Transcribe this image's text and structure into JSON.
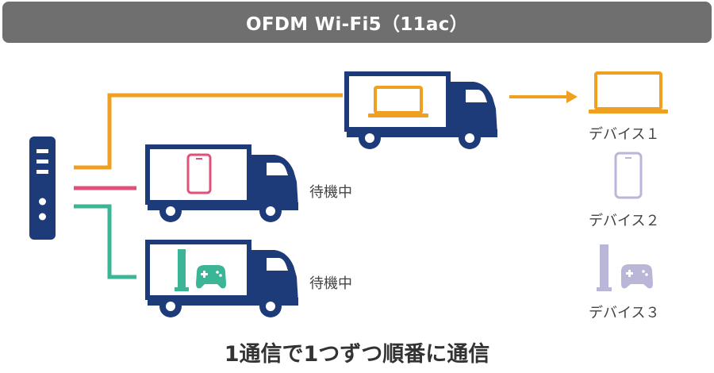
{
  "title": "OFDM Wi-Fi5（11ac）",
  "trucks": [
    {
      "cargo": "laptop",
      "status": ""
    },
    {
      "cargo": "smartphone",
      "status": "待機中"
    },
    {
      "cargo": "game-console",
      "status": "待機中"
    }
  ],
  "devices": [
    {
      "icon": "laptop-icon",
      "label": "デバイス１"
    },
    {
      "icon": "smartphone-icon",
      "label": "デバイス２"
    },
    {
      "icon": "game-console-icon",
      "label": "デバイス３"
    }
  ],
  "caption": "1通信で1つずつ順番に通信",
  "colors": {
    "title_bg": "#6f6f6f",
    "navy": "#1d3b78",
    "orange": "#f0a020",
    "pink": "#e0507a",
    "green": "#3bb596",
    "lavender": "#b9b6d8"
  }
}
